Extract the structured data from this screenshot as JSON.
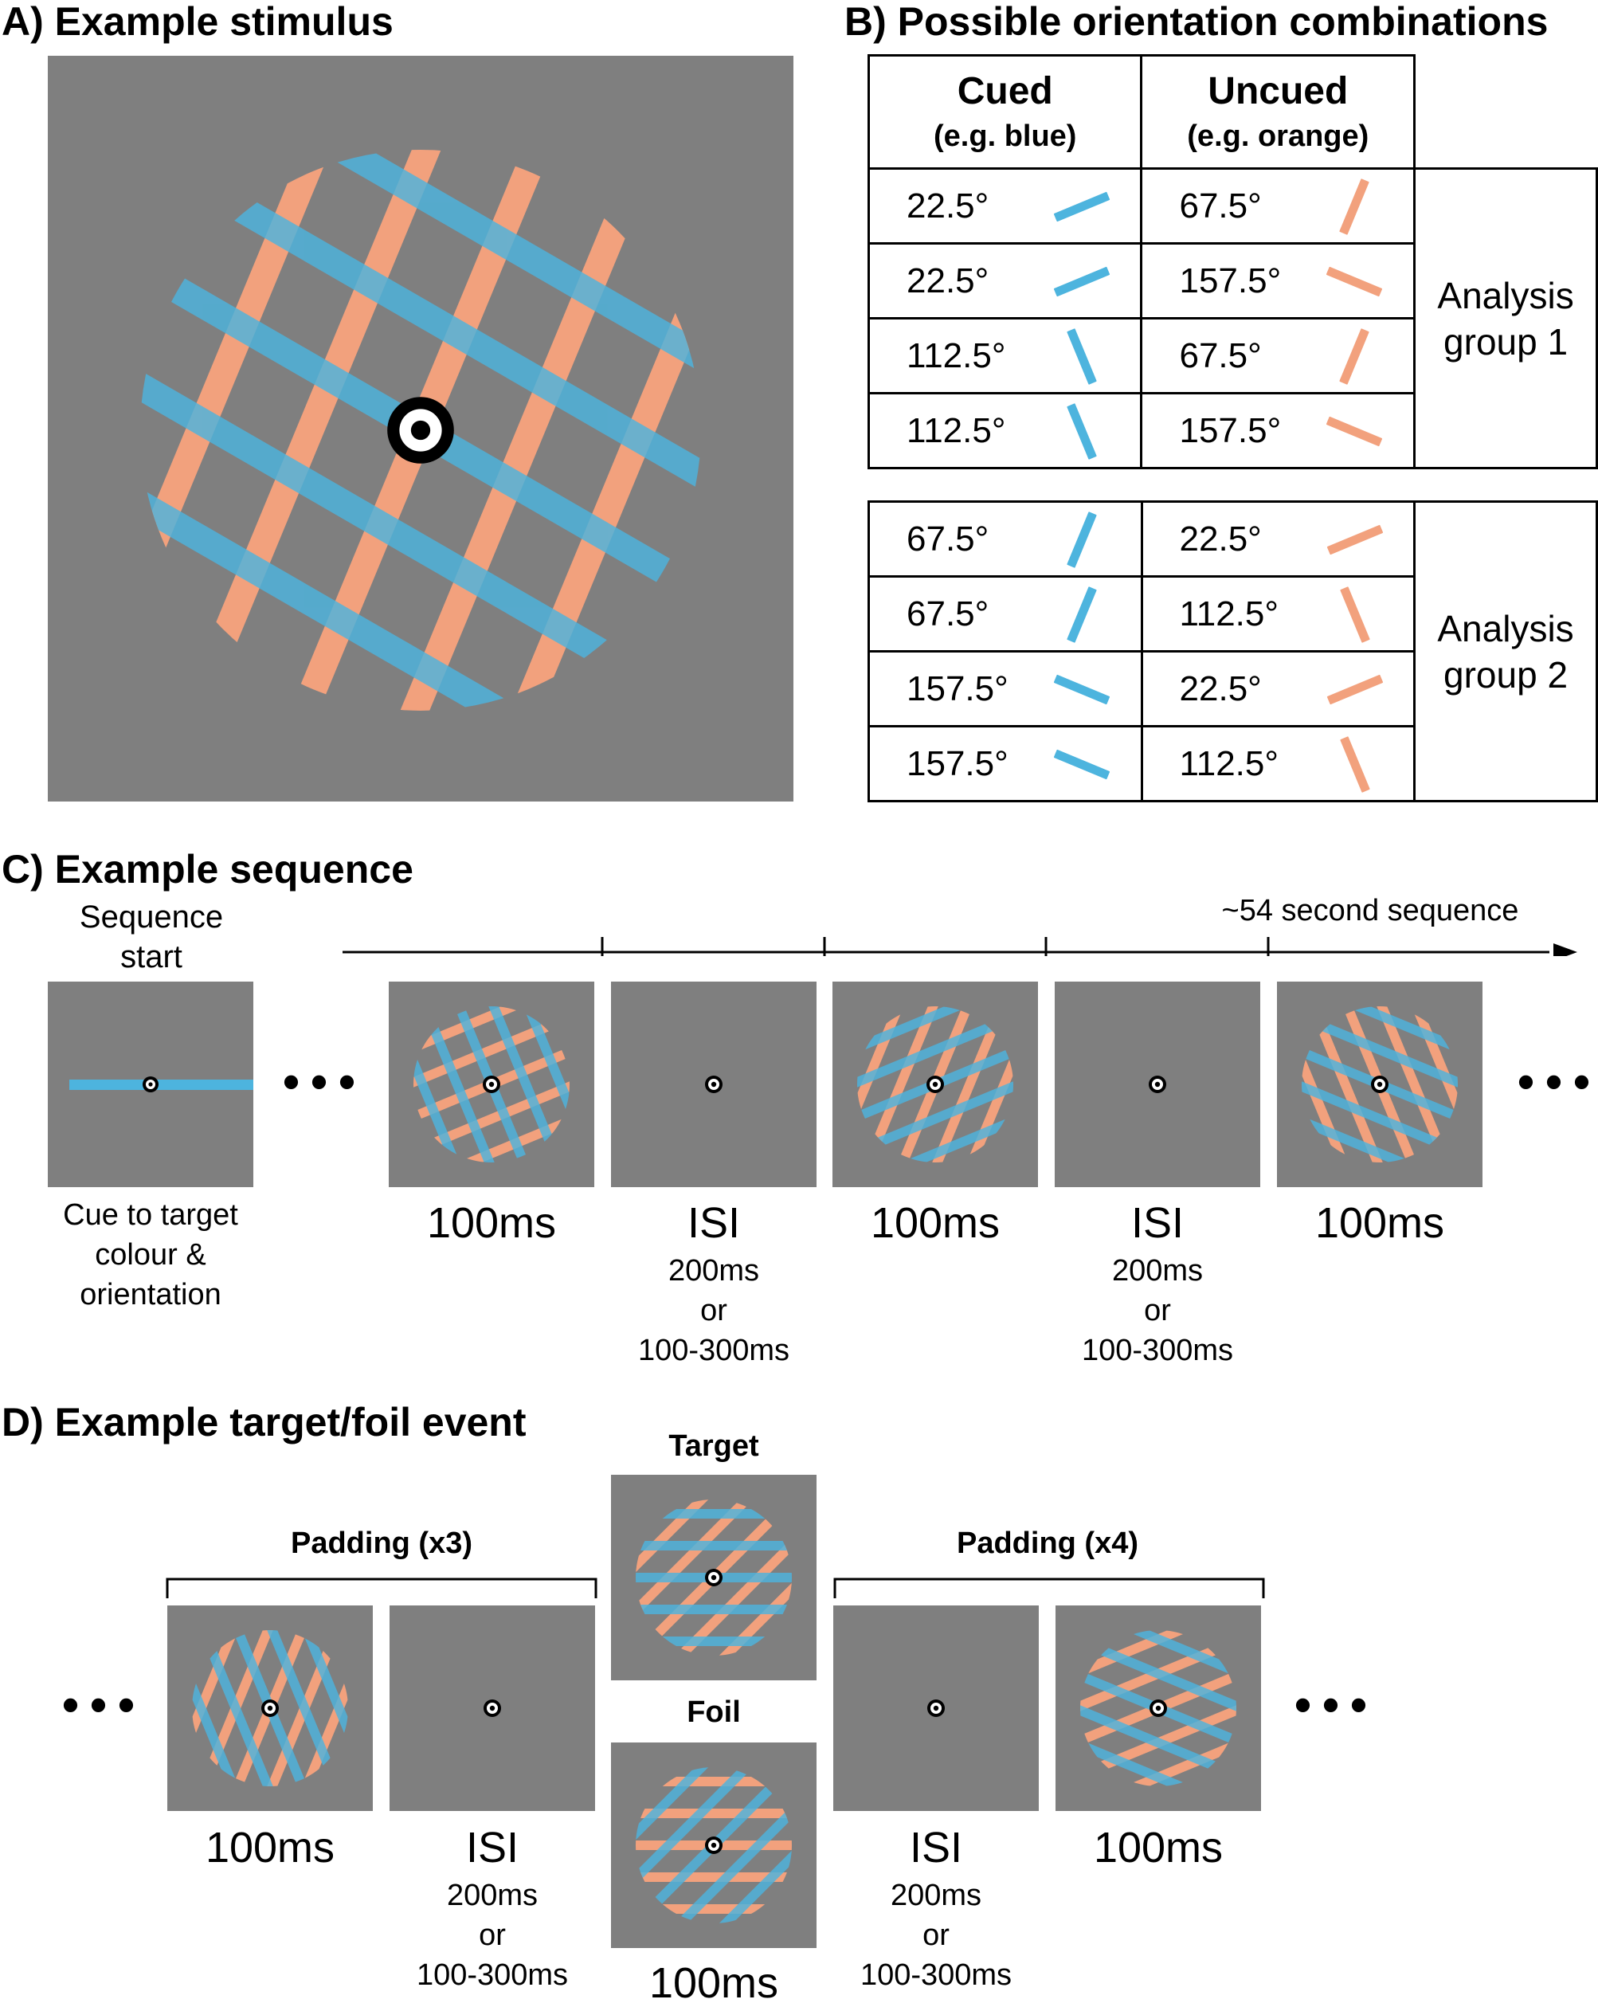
{
  "colors": {
    "blue": "#4db4de",
    "orange": "#f2a17d",
    "gray": "#7f7f7f",
    "blend": "#a8afac"
  },
  "panelA": {
    "title": "A) Example stimulus"
  },
  "panelB": {
    "title": "B) Possible orientation combinations",
    "header_cued": "Cued",
    "header_cued_sub": "(e.g. blue)",
    "header_uncued": "Uncued",
    "header_uncued_sub": "(e.g. orange)",
    "group1": {
      "label_line1": "Analysis",
      "label_line2": "group 1",
      "rows": [
        {
          "cued": "22.5°",
          "uncued": "67.5°",
          "cued_deg": 22.5,
          "uncued_deg": 67.5
        },
        {
          "cued": "22.5°",
          "uncued": "157.5°",
          "cued_deg": 22.5,
          "uncued_deg": 157.5
        },
        {
          "cued": "112.5°",
          "uncued": "67.5°",
          "cued_deg": 112.5,
          "uncued_deg": 67.5
        },
        {
          "cued": "112.5°",
          "uncued": "157.5°",
          "cued_deg": 112.5,
          "uncued_deg": 157.5
        }
      ]
    },
    "group2": {
      "label_line1": "Analysis",
      "label_line2": "group 2",
      "rows": [
        {
          "cued": "67.5°",
          "uncued": "22.5°",
          "cued_deg": 67.5,
          "uncued_deg": 22.5
        },
        {
          "cued": "67.5°",
          "uncued": "112.5°",
          "cued_deg": 67.5,
          "uncued_deg": 112.5
        },
        {
          "cued": "157.5°",
          "uncued": "22.5°",
          "cued_deg": 157.5,
          "uncued_deg": 22.5
        },
        {
          "cued": "157.5°",
          "uncued": "112.5°",
          "cued_deg": 157.5,
          "uncued_deg": 112.5
        }
      ]
    }
  },
  "panelC": {
    "title": "C) Example sequence",
    "start_line1": "Sequence",
    "start_line2": "start",
    "cue_line1": "Cue to target",
    "cue_line2": "colour &",
    "cue_line3": "orientation",
    "timeline_label": "~54 second sequence",
    "ellipsis": "•••",
    "dur_stim": "100ms",
    "isi": "ISI",
    "isi_l1": "200ms",
    "isi_l2": "or",
    "isi_l3": "100-300ms"
  },
  "panelD": {
    "title": "D) Example target/foil event",
    "padding3": "Padding (x3)",
    "padding4": "Padding (x4)",
    "target": "Target",
    "foil": "Foil",
    "ellipsis": "•••",
    "dur_stim": "100ms",
    "isi": "ISI",
    "isi_l1": "200ms",
    "isi_l2": "or",
    "isi_l3": "100-300ms"
  }
}
